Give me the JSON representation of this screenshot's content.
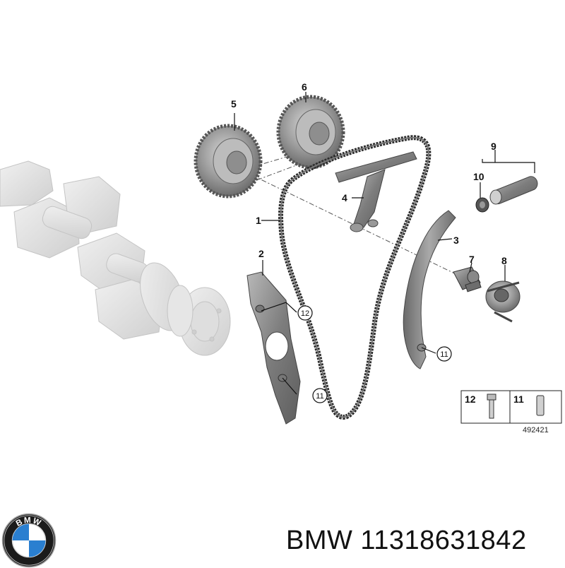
{
  "diagram": {
    "callouts": {
      "c1": "1",
      "c2": "2",
      "c3": "3",
      "c4": "4",
      "c5": "5",
      "c6": "6",
      "c7": "7",
      "c8": "8",
      "c9": "9",
      "c10": "10",
      "c11a": "11",
      "c11b": "11",
      "c12": "12"
    },
    "legend": {
      "left_label": "12",
      "right_label": "11"
    },
    "reference_number": "492421"
  },
  "brand": {
    "logo_text": "BMW"
  },
  "caption": {
    "text": "BMW 11318631842"
  },
  "colors": {
    "part_gray": "#8a8a8a",
    "crank_light": "#e3e3e3",
    "bmw_blue": "#2a7fd0",
    "chain": "#2c2c2c"
  }
}
